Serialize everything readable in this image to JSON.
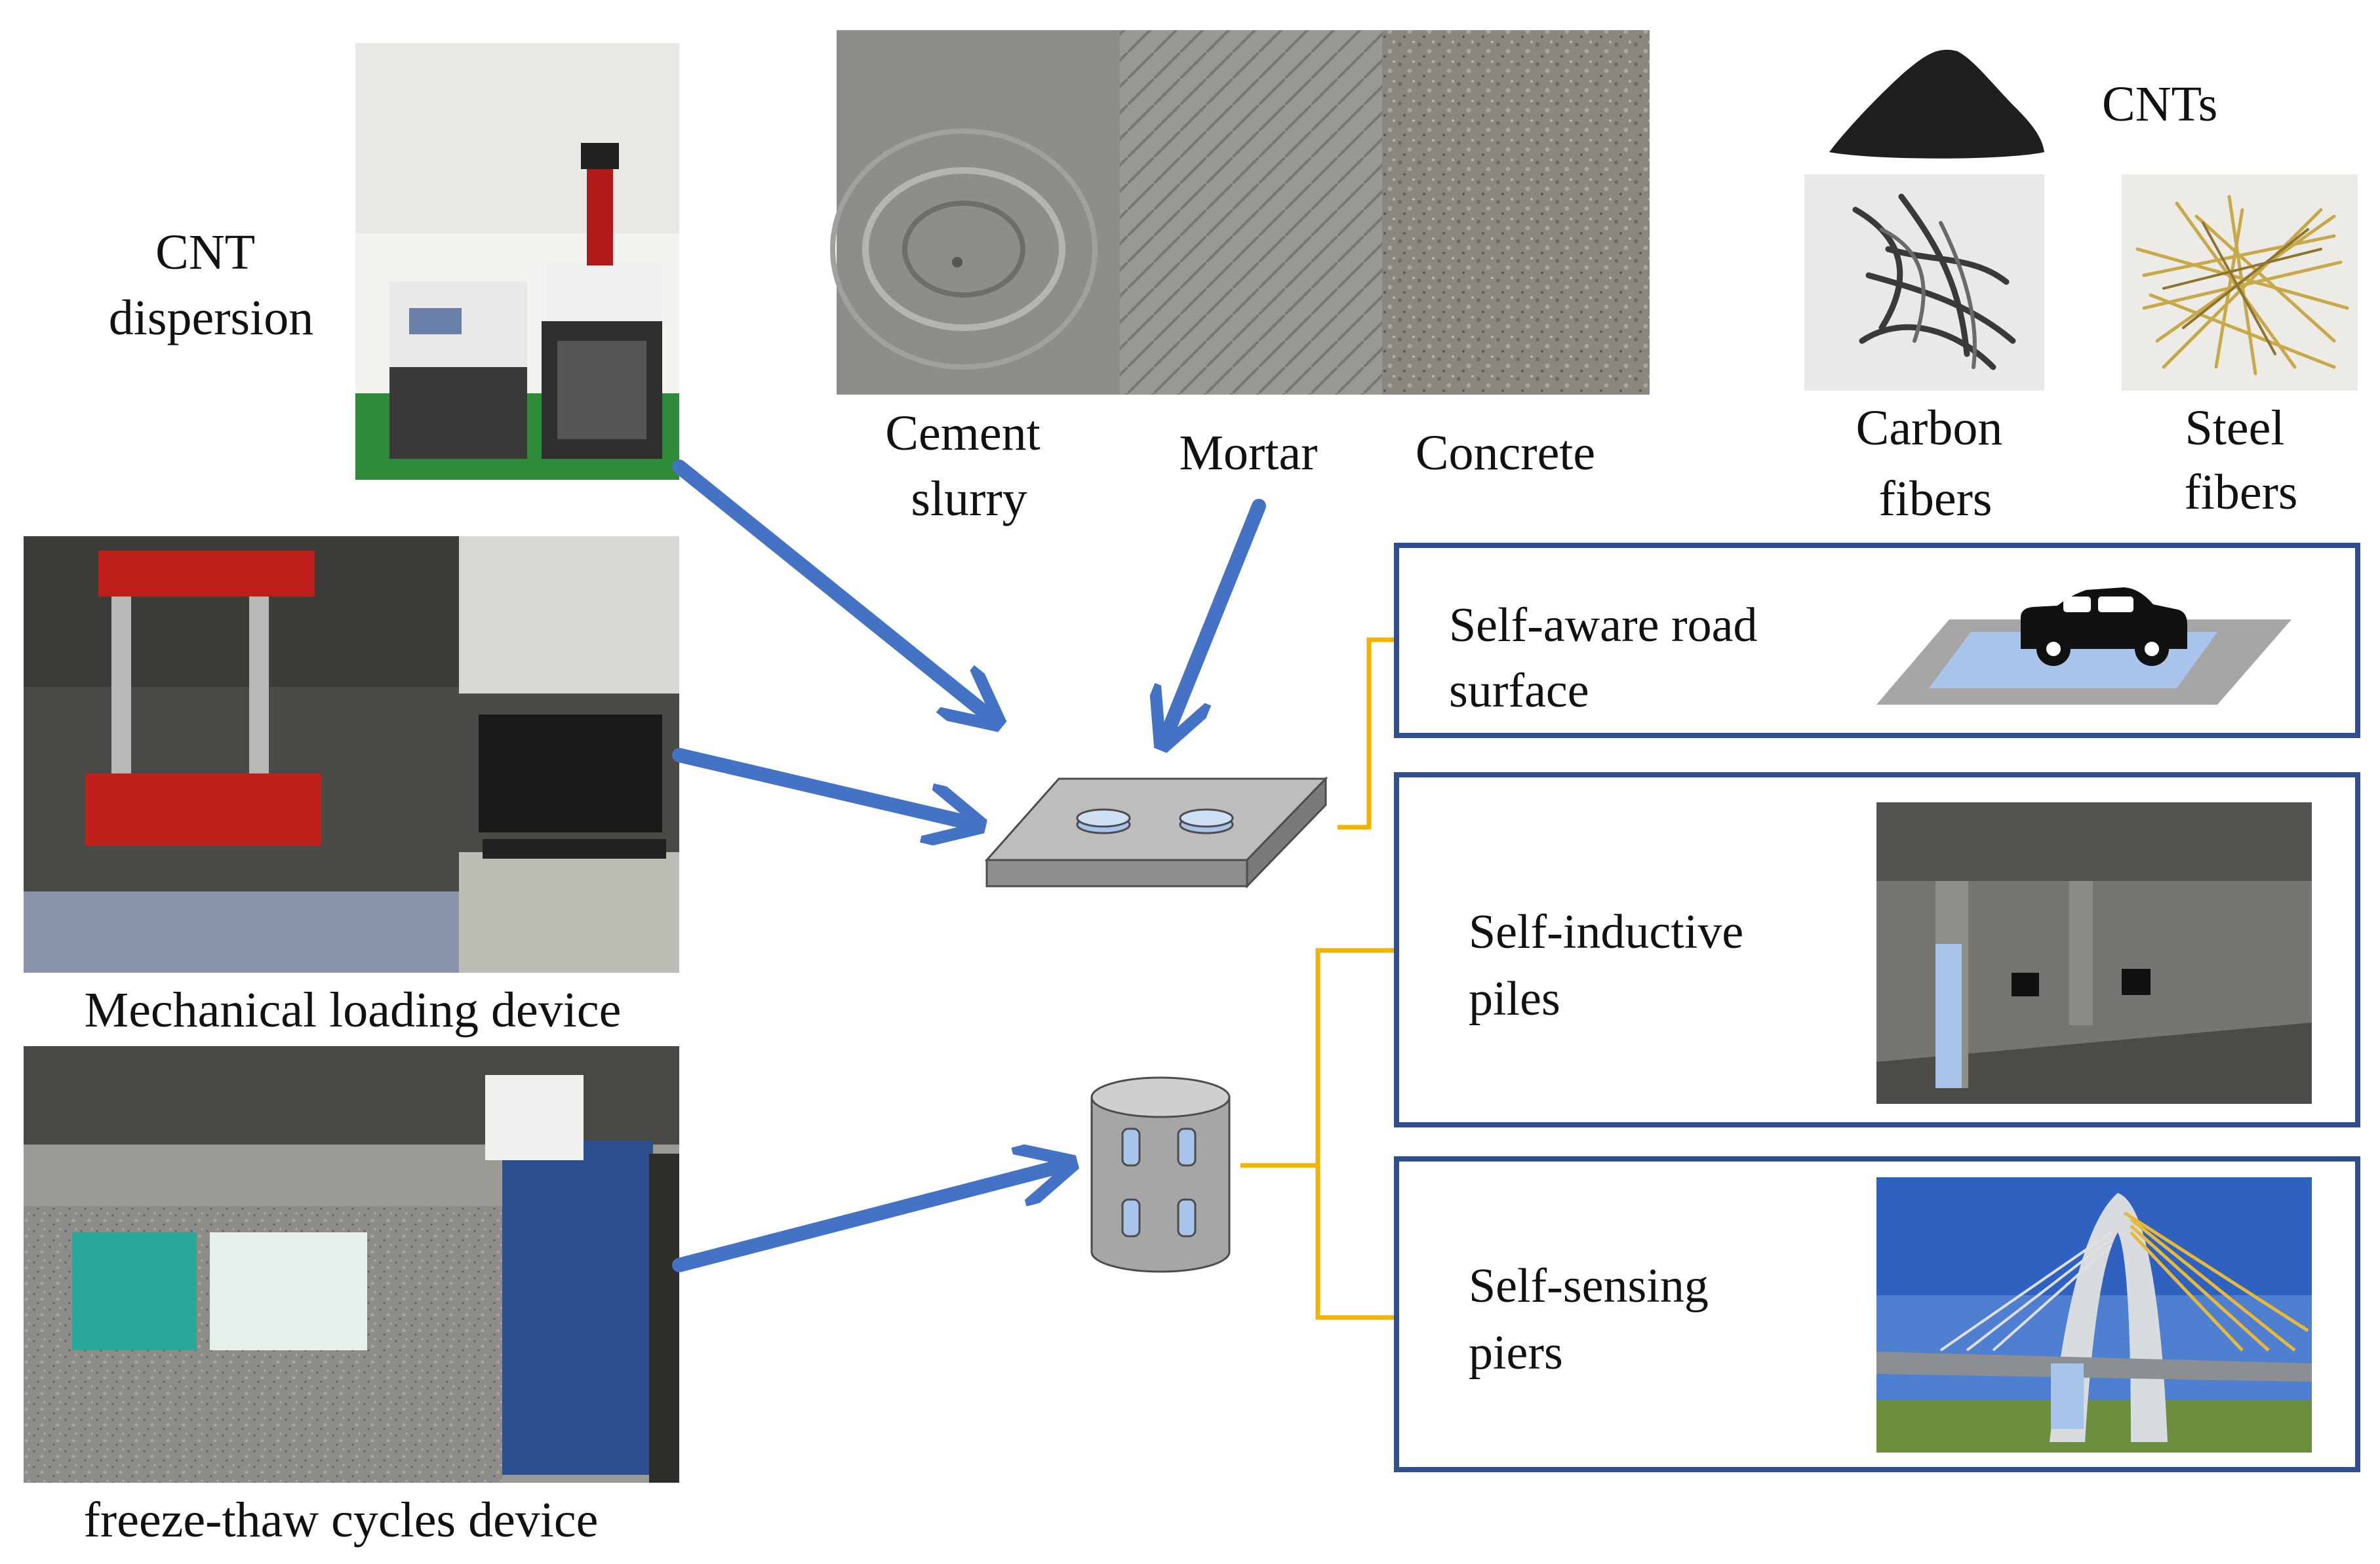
{
  "labels": {
    "cnt_dispersion": [
      "CNT",
      "dispersion"
    ],
    "mechanical_loading": "Mechanical loading device",
    "freeze_thaw": "freeze-thaw cycles device",
    "cement_slurry": [
      "Cement",
      "slurry"
    ],
    "mortar": "Mortar",
    "concrete": "Concrete",
    "cnts": "CNTs",
    "carbon_fibers": [
      "Carbon",
      "fibers"
    ],
    "steel_fibers": [
      "Steel",
      "fibers"
    ]
  },
  "applications": [
    {
      "label": [
        "Self-aware road",
        "surface"
      ]
    },
    {
      "label": [
        "Self-inductive",
        "piles"
      ]
    },
    {
      "label": [
        "Self-sensing",
        "piers"
      ]
    }
  ],
  "colors": {
    "arrow": "#4472C4",
    "connector": "#F2B300",
    "box_border": "#2F4F8F",
    "specimen_gray": "#A6A6A6",
    "specimen_blue": "#A9C4EB",
    "text": "#111111"
  },
  "icons": {
    "vehicle": "car-icon",
    "powder": "cnt-powder-icon"
  }
}
